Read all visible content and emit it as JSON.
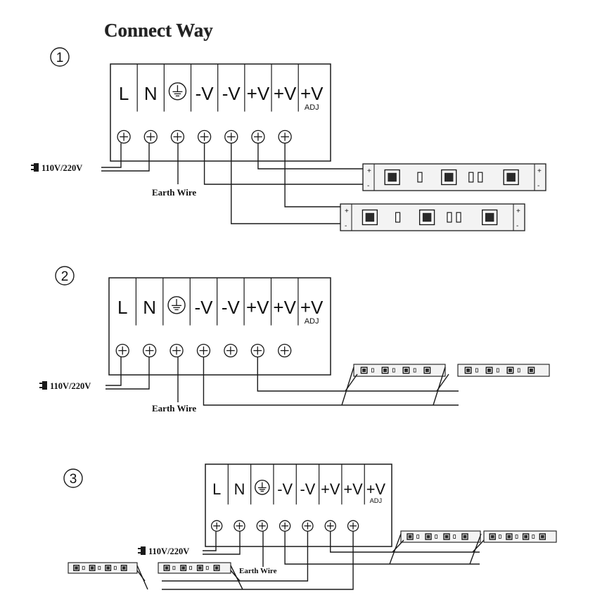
{
  "page": {
    "title": "Connect Way",
    "power_label": "110V/220V",
    "earth_label": "Earth Wire"
  },
  "terminals": [
    {
      "label": "L"
    },
    {
      "label": "N"
    },
    {
      "icon": "ground-icon"
    },
    {
      "label": "-V"
    },
    {
      "label": "-V"
    },
    {
      "label": "+V"
    },
    {
      "label": "+V"
    },
    {
      "label": "+V",
      "sub": "ADJ"
    }
  ],
  "strip_marks": {
    "plus": "+",
    "minus": "-"
  },
  "diagrams": [
    {
      "number": "1"
    },
    {
      "number": "2"
    },
    {
      "number": "3"
    }
  ],
  "colors": {
    "line": "#1a1a1a",
    "strip": "#f3f3f3",
    "led": "#2a2a2a"
  }
}
